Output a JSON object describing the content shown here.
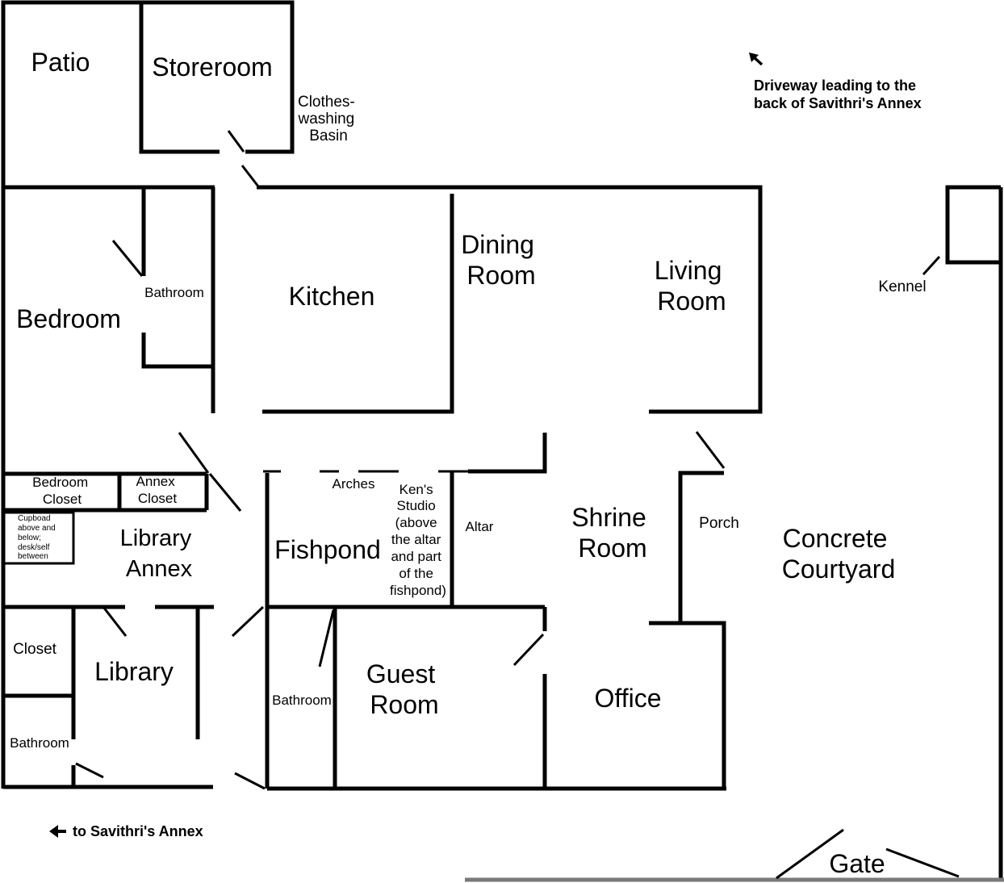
{
  "labels": {
    "patio": "Patio",
    "storeroom": "Storeroom",
    "clothes_basin": [
      "Clothes-",
      "washing",
      "Basin"
    ],
    "driveway": [
      "Driveway leading to the",
      "back of Savithri's Annex"
    ],
    "bedroom": "Bedroom",
    "bathroom_bedroom": "Bathroom",
    "kitchen": "Kitchen",
    "dining_room": [
      "Dining",
      "Room"
    ],
    "living_room": [
      "Living",
      "Room"
    ],
    "kennel": "Kennel",
    "bedroom_closet": [
      "Bedroom",
      "Closet"
    ],
    "annex_closet": [
      "Annex",
      "Closet"
    ],
    "cupboard_note": [
      "Cupboad",
      "above and",
      "below;",
      "desk/self",
      "between"
    ],
    "library_annex": [
      "Library",
      "Annex"
    ],
    "arches": "Arches",
    "kens_studio": [
      "Ken's",
      "Studio",
      "(above",
      "the altar",
      "and part",
      "of the",
      "fishpond)"
    ],
    "fishpond": "Fishpond",
    "altar": "Altar",
    "shrine_room": [
      "Shrine",
      "Room"
    ],
    "porch": "Porch",
    "concrete_courtyard": [
      "Concrete",
      "Courtyard"
    ],
    "closet": "Closet",
    "library": "Library",
    "bathroom_library": "Bathroom",
    "bathroom_guest": "Bathroom",
    "guest_room": [
      "Guest",
      "Room"
    ],
    "office": "Office",
    "to_annex": "to Savithri's Annex",
    "gate": "Gate"
  },
  "icons": {
    "driveway_arrow": "arrow-up-left-icon",
    "annex_arrow": "arrow-left-icon"
  }
}
